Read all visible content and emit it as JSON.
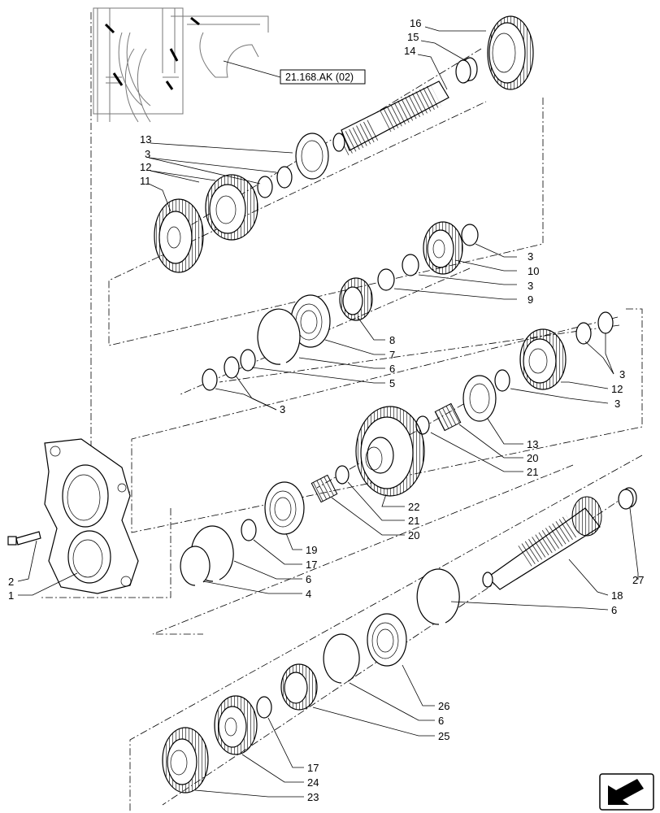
{
  "diagram": {
    "reference_label": "21.168.AK (02)",
    "callouts": [
      {
        "id": "c16",
        "text": "16"
      },
      {
        "id": "c15",
        "text": "15"
      },
      {
        "id": "c14",
        "text": "14"
      },
      {
        "id": "c13a",
        "text": "13"
      },
      {
        "id": "c3a",
        "text": "3"
      },
      {
        "id": "c12a",
        "text": "12"
      },
      {
        "id": "c11",
        "text": "11"
      },
      {
        "id": "c3b",
        "text": "3"
      },
      {
        "id": "c10",
        "text": "10"
      },
      {
        "id": "c3c",
        "text": "3"
      },
      {
        "id": "c9",
        "text": "9"
      },
      {
        "id": "c8",
        "text": "8"
      },
      {
        "id": "c7",
        "text": "7"
      },
      {
        "id": "c6a",
        "text": "6"
      },
      {
        "id": "c5",
        "text": "5"
      },
      {
        "id": "c3d",
        "text": "3"
      },
      {
        "id": "c3e",
        "text": "3"
      },
      {
        "id": "c12b",
        "text": "12"
      },
      {
        "id": "c3f",
        "text": "3"
      },
      {
        "id": "c13b",
        "text": "13"
      },
      {
        "id": "c20a",
        "text": "20"
      },
      {
        "id": "c21a",
        "text": "21"
      },
      {
        "id": "c22",
        "text": "22"
      },
      {
        "id": "c21b",
        "text": "21"
      },
      {
        "id": "c20b",
        "text": "20"
      },
      {
        "id": "c19",
        "text": "19"
      },
      {
        "id": "c17a",
        "text": "17"
      },
      {
        "id": "c6b",
        "text": "6"
      },
      {
        "id": "c4",
        "text": "4"
      },
      {
        "id": "c2",
        "text": "2"
      },
      {
        "id": "c1",
        "text": "1"
      },
      {
        "id": "c27",
        "text": "27"
      },
      {
        "id": "c18",
        "text": "18"
      },
      {
        "id": "c6c",
        "text": "6"
      },
      {
        "id": "c26",
        "text": "26"
      },
      {
        "id": "c6d",
        "text": "6"
      },
      {
        "id": "c25",
        "text": "25"
      },
      {
        "id": "c17b",
        "text": "17"
      },
      {
        "id": "c24",
        "text": "24"
      },
      {
        "id": "c23",
        "text": "23"
      }
    ]
  },
  "colors": {
    "ink": "#000000",
    "background": "#ffffff"
  },
  "icons": {
    "nav": "next-page-arrow-icon"
  }
}
